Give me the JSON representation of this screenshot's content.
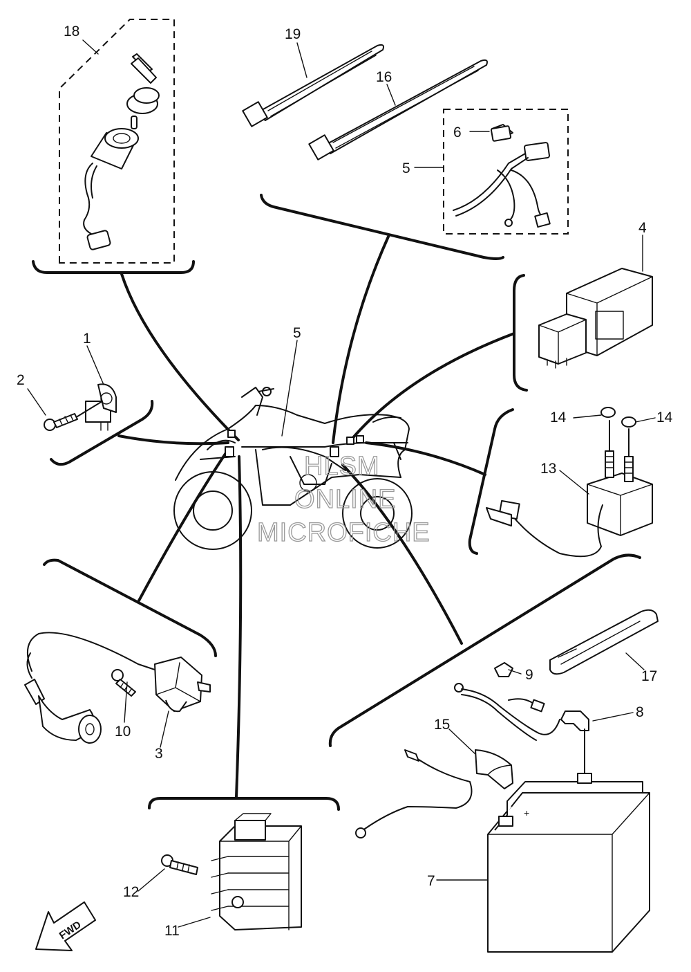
{
  "callouts": {
    "c1": "1",
    "c2": "2",
    "c3": "3",
    "c4": "4",
    "c5a": "5",
    "c5b": "5",
    "c6": "6",
    "c7": "7",
    "c8": "8",
    "c9": "9",
    "c10": "10",
    "c11": "11",
    "c12": "12",
    "c13": "13",
    "c14a": "14",
    "c14b": "14",
    "c15": "15",
    "c16": "16",
    "c17": "17",
    "c18": "18",
    "c19": "19"
  },
  "watermark": {
    "line1": "HLSM",
    "line2": "ONLINE",
    "line3": "MICROFICHE"
  },
  "direction_arrow": {
    "label": "FWD"
  }
}
